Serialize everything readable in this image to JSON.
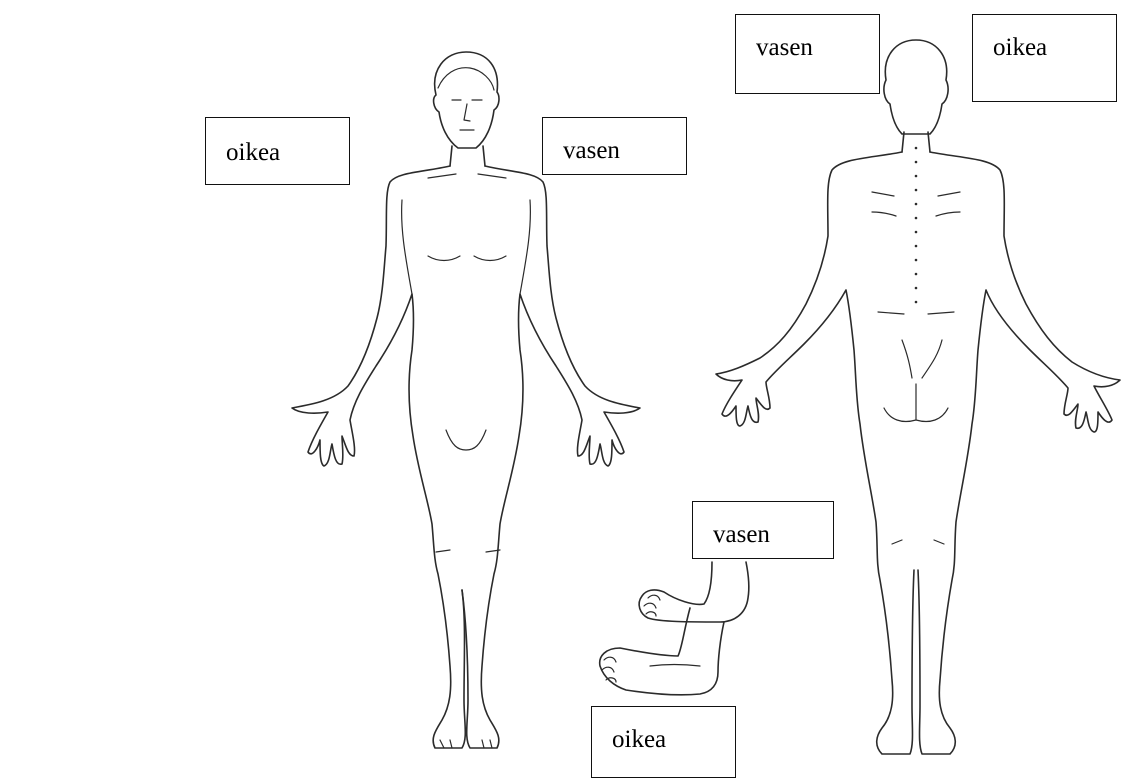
{
  "labels": {
    "front_right": "oikea",
    "front_left": "vasen",
    "back_left": "vasen",
    "back_right": "oikea",
    "foot_left": "vasen",
    "foot_right": "oikea"
  },
  "figures": {
    "front": "body-front",
    "back": "body-back",
    "feet": "feet-soles"
  },
  "colors": {
    "line": "#2b2b2b",
    "box_border": "#111111",
    "background": "#ffffff"
  }
}
